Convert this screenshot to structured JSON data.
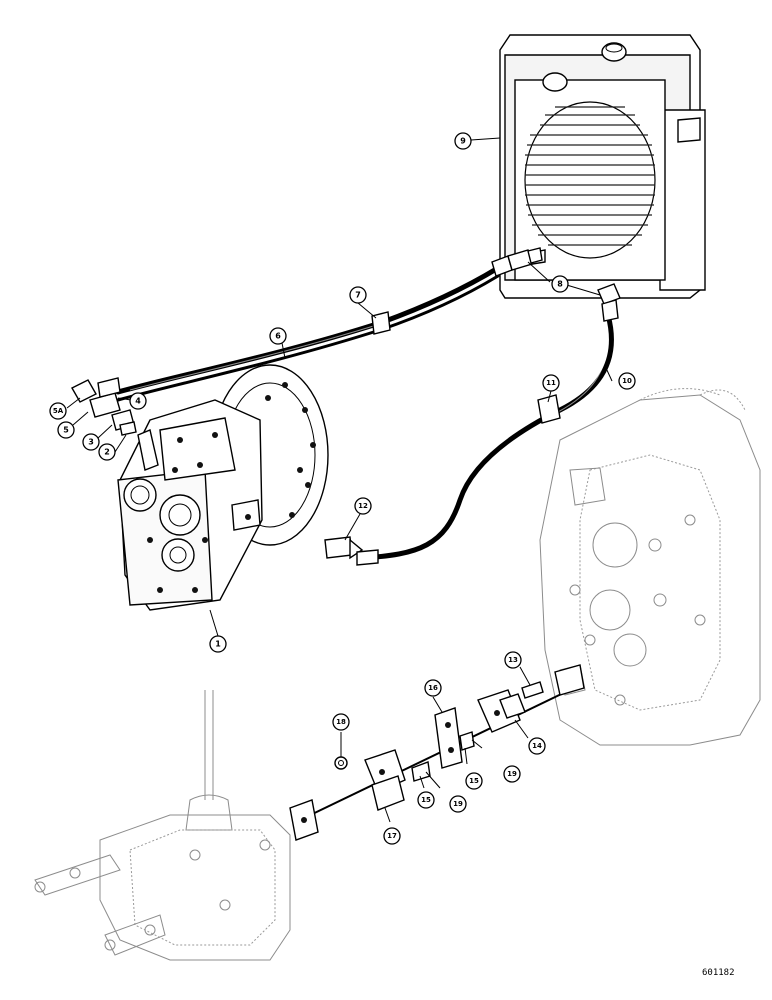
{
  "diagram": {
    "drawing_number": "601182",
    "callouts": [
      {
        "label": "1"
      },
      {
        "label": "2"
      },
      {
        "label": "3"
      },
      {
        "label": "4"
      },
      {
        "label": "5"
      },
      {
        "label": "5A"
      },
      {
        "label": "6"
      },
      {
        "label": "7"
      },
      {
        "label": "8"
      },
      {
        "label": "9"
      },
      {
        "label": "10"
      },
      {
        "label": "11"
      },
      {
        "label": "12"
      },
      {
        "label": "13"
      },
      {
        "label": "14"
      },
      {
        "label": "15"
      },
      {
        "label": "15"
      },
      {
        "label": "16"
      },
      {
        "label": "17"
      },
      {
        "label": "18"
      },
      {
        "label": "19"
      },
      {
        "label": "19"
      }
    ]
  }
}
